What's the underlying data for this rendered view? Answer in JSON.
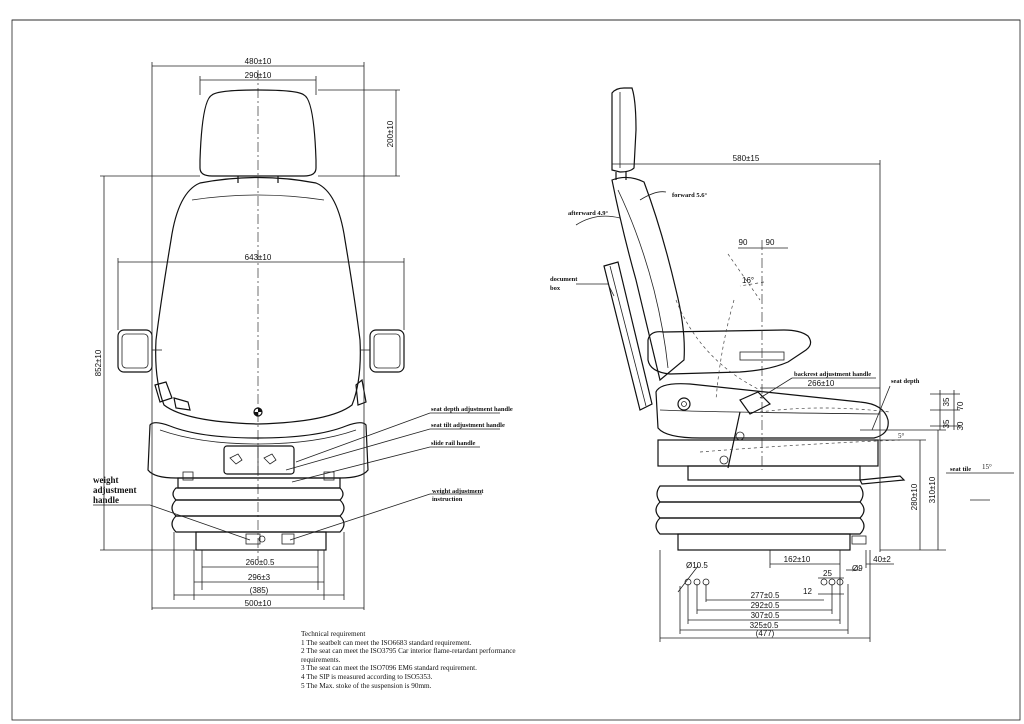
{
  "front_view": {
    "dims": {
      "top_overall": "480±10",
      "headrest_width": "290±10",
      "headrest_height": "200±10",
      "back_width": "643±10",
      "total_height": "852±10",
      "base_1": "260±0.5",
      "base_2": "296±3",
      "base_3": "(385)",
      "base_4": "500±10"
    },
    "labels": {
      "seat_depth_handle": "seat depth adjustment handle",
      "seat_tilt_handle": "seat tilt adjustment handle",
      "slide_rail_handle": "slide rail handle",
      "weight_handle": [
        "weight",
        "adjustment",
        "handle"
      ],
      "weight_instruction": [
        "weight adjustment",
        "instruction"
      ]
    }
  },
  "side_view": {
    "dims": {
      "depth": "580±15",
      "angle_left": "90",
      "angle_right": "90",
      "angle_16": "16°",
      "backrest_handle_dist": "266±10",
      "seat_depth_35a": "35",
      "seat_depth_70": "70",
      "seat_depth_35b": "35",
      "seat_depth_30": "30",
      "seat_tilt_angle": "15°",
      "angle_5": "5°",
      "height_280": "280±10",
      "height_310": "310±10",
      "base_162": "162±10",
      "base_40": "40±2",
      "hole_105": "Ø10.5",
      "hole_9": "Ø9",
      "d_25": "25",
      "d_12": "12",
      "d_277": "277±0.5",
      "d_292": "292±0.5",
      "d_307": "307±0.5",
      "d_325": "325±0.5",
      "d_477": "(477)"
    },
    "labels": {
      "forward": "forward 5.6°",
      "afterward": "afterward 4.9°",
      "document_box": [
        "document",
        "box"
      ],
      "backrest_handle": "backrest adjustment handle",
      "seat_depth": "seat depth",
      "seat_tile": "seat tile"
    }
  },
  "notes": {
    "title": "Technical requirement",
    "items": [
      "1 The seatbelt can meet the ISO6683 standard requirement.",
      "2 The seat can meet the ISO3795 Car interior flame-retardant performance requirements.",
      "3 The seat can meet the ISO7096 EM6 standard requirement.",
      "4 The SIP is measured according to ISO5353.",
      "5 The Max. stoke of the suspension is 90mm."
    ]
  }
}
